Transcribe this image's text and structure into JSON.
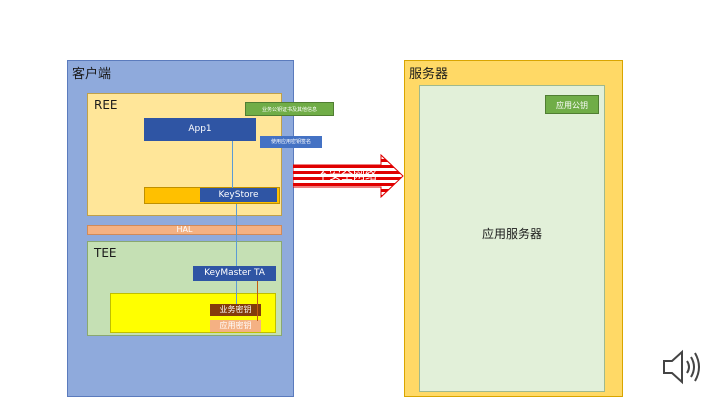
{
  "client": {
    "title": "客户端"
  },
  "ree": {
    "title": "REE"
  },
  "tee": {
    "title": "TEE"
  },
  "hal": {
    "label": "HAL"
  },
  "app1": {
    "label": "App1"
  },
  "cert_info": {
    "label": "业务公钥证书及其他信息"
  },
  "sign_button": {
    "label": "使用应用密钥签名"
  },
  "keystore": {
    "label": "KeyStore"
  },
  "keymaster": {
    "label": "KeyMaster TA"
  },
  "business_key": {
    "label": "业务密钥"
  },
  "app_key": {
    "label": "应用密钥"
  },
  "network": {
    "label": "不安全网络"
  },
  "server": {
    "title": "服务器",
    "app_server": "应用服务器",
    "public_key": "应用公钥"
  },
  "colors": {
    "client": "#8faadc",
    "server": "#ffd966",
    "ree": "#ffe699",
    "tee": "#c5e0b4",
    "arrow_red": "#e00000"
  },
  "icons": {
    "audio": "speaker-icon"
  }
}
